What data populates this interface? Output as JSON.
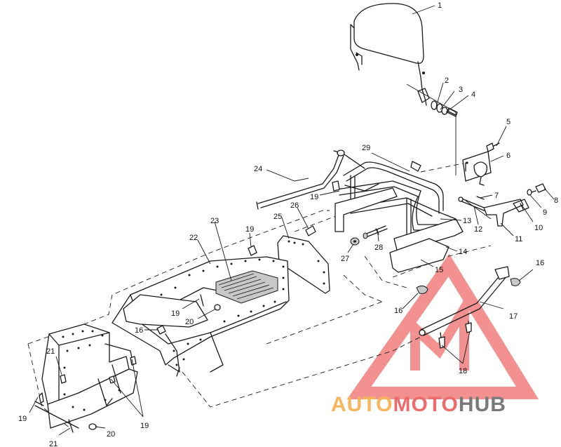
{
  "callouts": [
    {
      "id": "c1",
      "label": "1"
    },
    {
      "id": "c2",
      "label": "2"
    },
    {
      "id": "c3",
      "label": "3"
    },
    {
      "id": "c4",
      "label": "4"
    },
    {
      "id": "c5",
      "label": "5"
    },
    {
      "id": "c6",
      "label": "6"
    },
    {
      "id": "c7",
      "label": "7"
    },
    {
      "id": "c8",
      "label": "8"
    },
    {
      "id": "c9",
      "label": "9"
    },
    {
      "id": "c10",
      "label": "10"
    },
    {
      "id": "c11",
      "label": "11"
    },
    {
      "id": "c12",
      "label": "12"
    },
    {
      "id": "c13",
      "label": "13"
    },
    {
      "id": "c14",
      "label": "14"
    },
    {
      "id": "c15",
      "label": "15"
    },
    {
      "id": "c16a",
      "label": "16"
    },
    {
      "id": "c16b",
      "label": "16"
    },
    {
      "id": "c16c",
      "label": "16"
    },
    {
      "id": "c17",
      "label": "17"
    },
    {
      "id": "c18",
      "label": "18"
    },
    {
      "id": "c19a",
      "label": "19"
    },
    {
      "id": "c19b",
      "label": "19"
    },
    {
      "id": "c19c",
      "label": "19"
    },
    {
      "id": "c19d",
      "label": "19"
    },
    {
      "id": "c19e",
      "label": "19"
    },
    {
      "id": "c20a",
      "label": "20"
    },
    {
      "id": "c20b",
      "label": "20"
    },
    {
      "id": "c21a",
      "label": "21"
    },
    {
      "id": "c21b",
      "label": "21"
    },
    {
      "id": "c22",
      "label": "22"
    },
    {
      "id": "c23",
      "label": "23"
    },
    {
      "id": "c24",
      "label": "24"
    },
    {
      "id": "c25",
      "label": "25"
    },
    {
      "id": "c26",
      "label": "26"
    },
    {
      "id": "c27",
      "label": "27"
    },
    {
      "id": "c28",
      "label": "28"
    },
    {
      "id": "c29",
      "label": "29"
    }
  ],
  "watermark": {
    "part1": "AUTO",
    "part2": "MOTO",
    "part3": "HUB",
    "color_light": "#f7b55c",
    "color_red": "#ef6b6b",
    "color_dark": "#7a7a7a"
  }
}
